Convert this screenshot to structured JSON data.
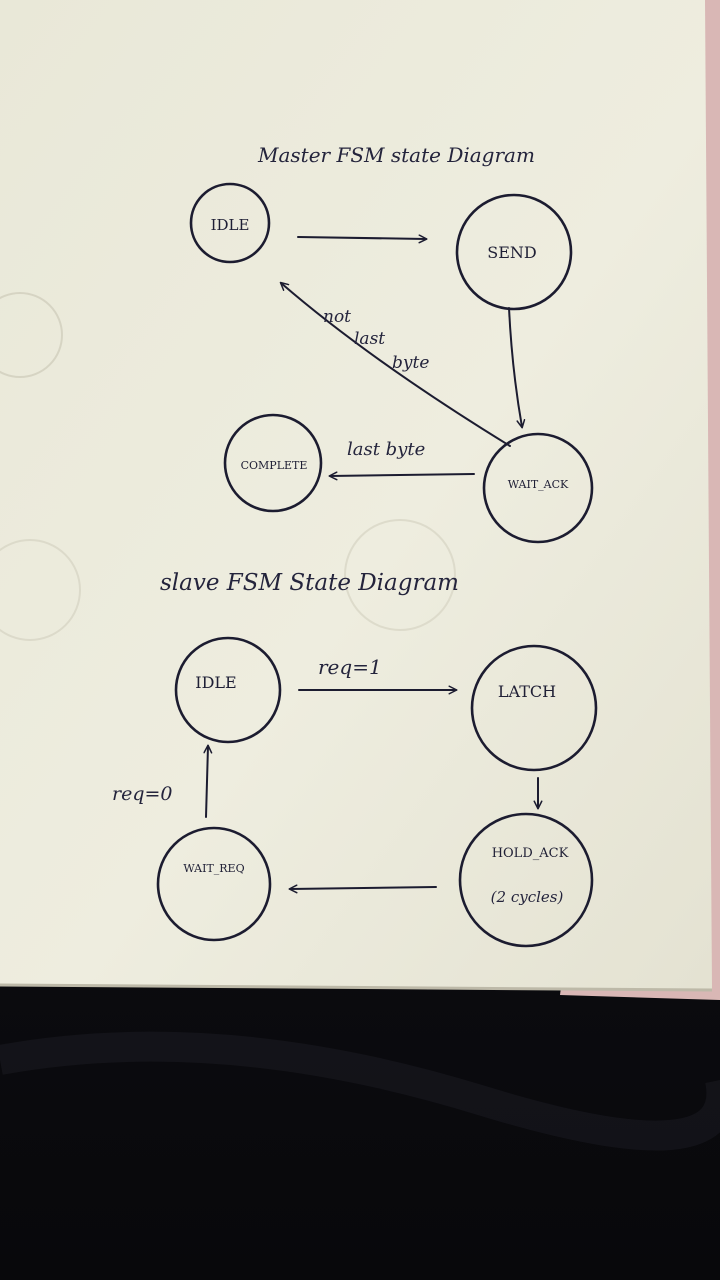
{
  "master": {
    "title": "Master FSM state Diagram",
    "states": {
      "idle": "IDLE",
      "send": "SEND",
      "complete": "COMPLETE",
      "wait_ack": "WAIT_ACK"
    },
    "edges": {
      "not_last_byte": [
        "not",
        "last",
        "byte"
      ],
      "last_byte": "last byte"
    }
  },
  "slave": {
    "title": "slave FSM State Diagram",
    "states": {
      "idle": "IDLE",
      "latch": "LATCH",
      "hold_ack": "HOLD_ACK",
      "hold_ack_note": "(2 cycles)",
      "wait_req": "WAIT_REQ"
    },
    "edges": {
      "req_1": "req=1",
      "req_0": "req=0"
    }
  }
}
